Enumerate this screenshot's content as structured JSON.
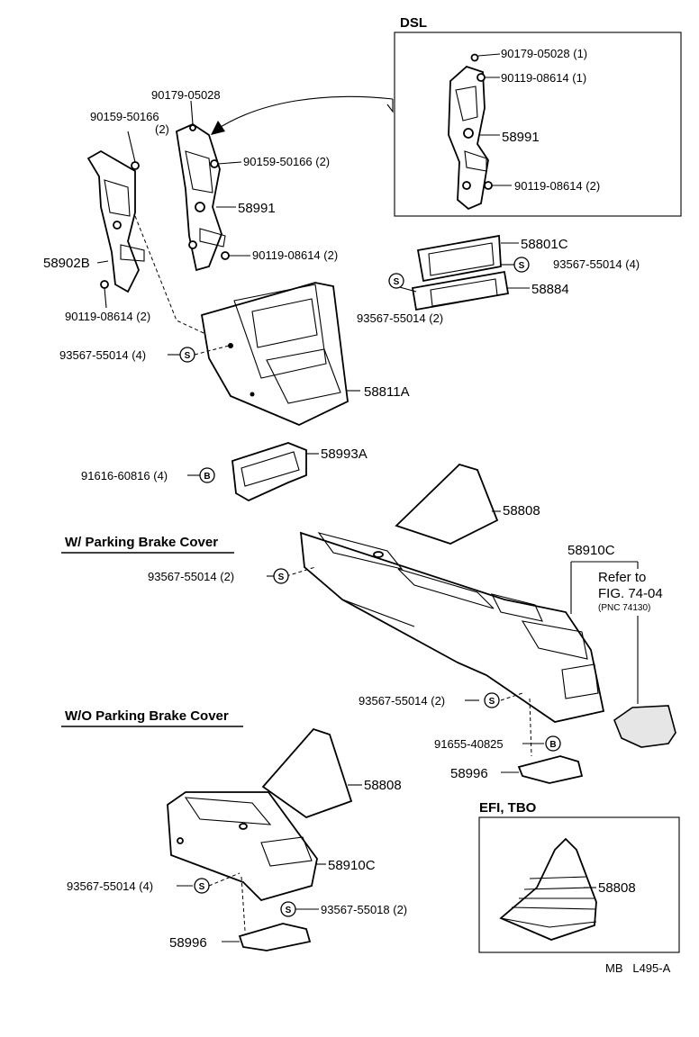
{
  "sections": {
    "dsl": "DSL",
    "with_brake_cover": "W/ Parking Brake Cover",
    "without_brake_cover": "W/O Parking Brake Cover",
    "efi_tbo": "EFI, TBO"
  },
  "labels": {
    "dsl_90179": "90179-05028 (1)",
    "dsl_90119_top": "90119-08614 (1)",
    "dsl_58991": "58991",
    "dsl_90119_bot": "90119-08614 (2)",
    "l_90179": "90179-05028",
    "l_90179_qty": "(2)",
    "l_90159_a": "90159-50166",
    "l_90159_b": "90159-50166 (2)",
    "l_58991": "58991",
    "l_90119_a": "90119-08614 (2)",
    "l_58902b": "58902B",
    "l_90119_b": "90119-08614 (2)",
    "p_58801c": "58801C",
    "p_93567_4": "93567-55014 (4)",
    "p_58884": "58884",
    "p_93567_2": "93567-55014 (2)",
    "c_93567_4": "93567-55014 (4)",
    "c_58811a": "58811A",
    "b_91616": "91616-60816 (4)",
    "b_58993a": "58993A",
    "w_58808": "58808",
    "w_58910c": "58910C",
    "w_refer": "Refer to",
    "w_fig": "FIG. 74-04",
    "w_pnc": "(PNC 74130)",
    "w_93567_a": "93567-55014 (2)",
    "w_93567_b": "93567-55014 (2)",
    "w_91655": "91655-40825",
    "w_58996": "58996",
    "o_58808": "58808",
    "o_58910c": "58910C",
    "o_93567_4": "93567-55014 (4)",
    "o_93567_18": "93567-55018 (2)",
    "o_58996": "58996",
    "e_58808": "58808",
    "footer": "MB   L495-A"
  },
  "symbols": {
    "screw": "S",
    "bolt": "B"
  }
}
